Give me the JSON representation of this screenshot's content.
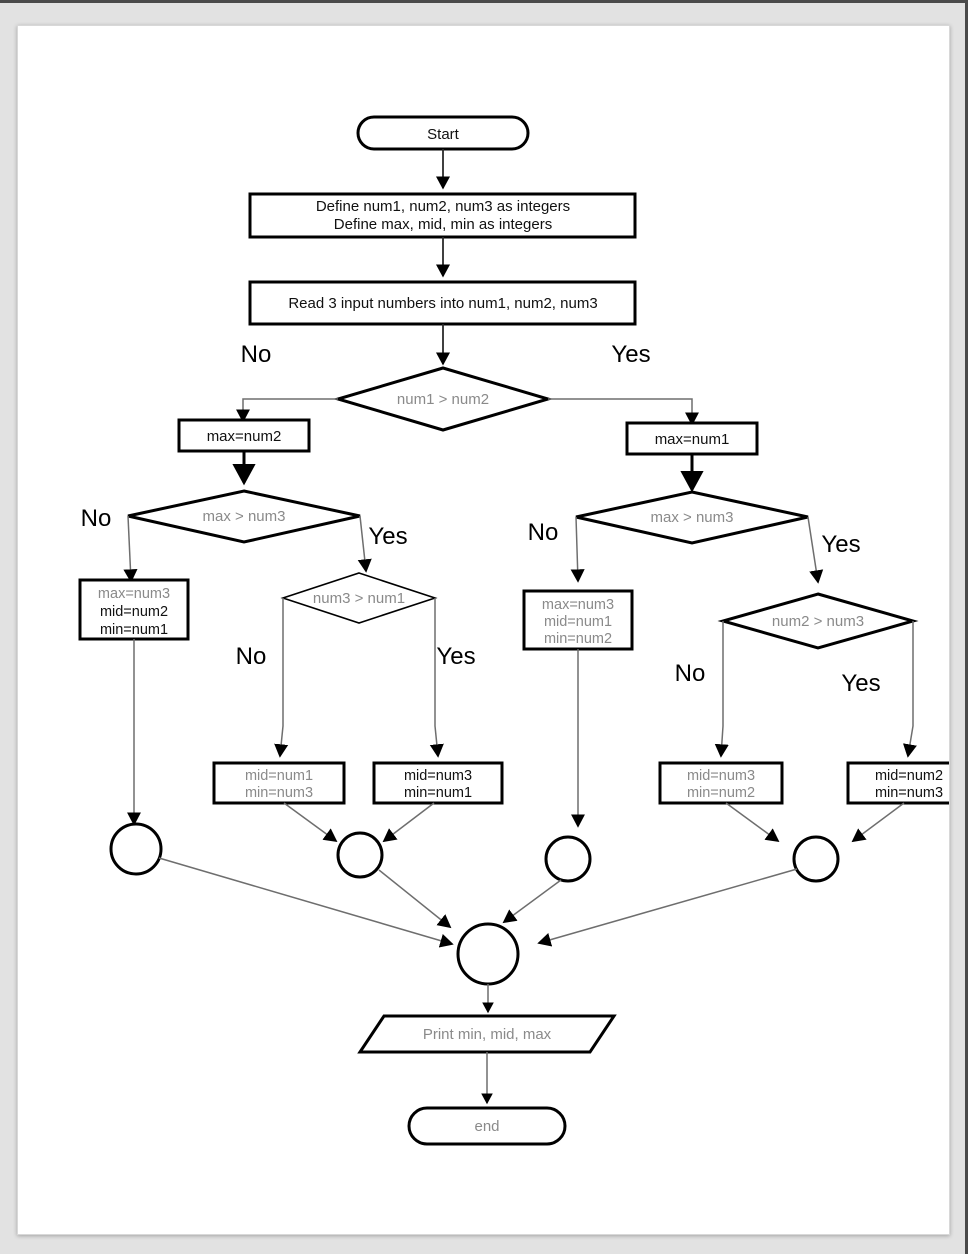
{
  "document": {
    "title": "Flowchart: sort three numbers (min, mid, max)",
    "page_background": "#ffffff",
    "canvas_background": "#e2e2e2"
  },
  "colors": {
    "stroke": "#000000",
    "text_black": "#111111",
    "text_gray": "#8a8a8a",
    "edge_gray": "#6e6e6e"
  },
  "chart_data": {
    "type": "diagram",
    "diagram_type": "flowchart",
    "title": "Flowchart: sort three numbers (min, mid, max)",
    "nodes": [
      {
        "id": "start",
        "shape": "terminator",
        "text": "Start",
        "text_color": "black"
      },
      {
        "id": "define",
        "shape": "process",
        "text_line1": "Define num1, num2, num3 as integers",
        "text_line2": "Define max, mid, min as integers",
        "text_color": "black"
      },
      {
        "id": "read",
        "shape": "process",
        "text": "Read 3 input numbers into num1, num2, num3",
        "text_color": "black"
      },
      {
        "id": "d1",
        "shape": "decision",
        "text": "num1 > num2",
        "text_color": "gray"
      },
      {
        "id": "max_num2",
        "shape": "process",
        "text": "max=num2",
        "text_color": "black"
      },
      {
        "id": "max_num1",
        "shape": "process",
        "text": "max=num1",
        "text_color": "black"
      },
      {
        "id": "d2_left",
        "shape": "decision",
        "text": "max > num3",
        "text_color": "gray"
      },
      {
        "id": "d2_right",
        "shape": "decision",
        "text": "max > num3",
        "text_color": "gray"
      },
      {
        "id": "res_l1",
        "shape": "process",
        "line1": "max=num3",
        "line2": "mid=num2",
        "line3": "min=num1",
        "line1_color": "gray",
        "line2_color": "black",
        "line3_color": "black"
      },
      {
        "id": "d3_left",
        "shape": "decision",
        "text": "num3 > num1",
        "text_color": "gray"
      },
      {
        "id": "res_l2",
        "shape": "process",
        "line1": "mid=num1",
        "line2": "min=num3",
        "line1_color": "gray",
        "line2_color": "gray"
      },
      {
        "id": "res_l3",
        "shape": "process",
        "line1": "mid=num3",
        "line2": "min=num1",
        "line1_color": "black",
        "line2_color": "black"
      },
      {
        "id": "res_r1",
        "shape": "process",
        "line1": "max=num3",
        "line2": "mid=num1",
        "line3": "min=num2",
        "line1_color": "gray",
        "line2_color": "gray",
        "line3_color": "gray"
      },
      {
        "id": "d3_right",
        "shape": "decision",
        "text": "num2 > num3",
        "text_color": "gray"
      },
      {
        "id": "res_r2",
        "shape": "process",
        "line1": "mid=num3",
        "line2": "min=num2",
        "line1_color": "gray",
        "line2_color": "gray"
      },
      {
        "id": "res_r3",
        "shape": "process",
        "line1": "mid=num2",
        "line2": "min=num3",
        "line1_color": "black",
        "line2_color": "black"
      },
      {
        "id": "conn1",
        "shape": "connector"
      },
      {
        "id": "conn2",
        "shape": "connector"
      },
      {
        "id": "conn3",
        "shape": "connector"
      },
      {
        "id": "conn4",
        "shape": "connector"
      },
      {
        "id": "merge",
        "shape": "connector"
      },
      {
        "id": "print",
        "shape": "input-output",
        "text": "Print  min, mid, max",
        "text_color": "gray"
      },
      {
        "id": "end",
        "shape": "terminator",
        "text": "end",
        "text_color": "gray"
      }
    ],
    "edge_labels": {
      "d1_no": "No",
      "d1_yes": "Yes",
      "d2_left_no": "No",
      "d2_left_yes": "Yes",
      "d3_left_no": "No",
      "d3_left_yes": "Yes",
      "d2_right_no": "No",
      "d2_right_yes": "Yes",
      "d3_right_no": "No",
      "d3_right_yes": "Yes"
    },
    "edges": [
      {
        "from": "start",
        "to": "define"
      },
      {
        "from": "define",
        "to": "read"
      },
      {
        "from": "read",
        "to": "d1"
      },
      {
        "from": "d1",
        "to": "max_num2",
        "label": "No"
      },
      {
        "from": "d1",
        "to": "max_num1",
        "label": "Yes"
      },
      {
        "from": "max_num2",
        "to": "d2_left"
      },
      {
        "from": "max_num1",
        "to": "d2_right"
      },
      {
        "from": "d2_left",
        "to": "res_l1",
        "label": "No"
      },
      {
        "from": "d2_left",
        "to": "d3_left",
        "label": "Yes"
      },
      {
        "from": "d3_left",
        "to": "res_l2",
        "label": "No"
      },
      {
        "from": "d3_left",
        "to": "res_l3",
        "label": "Yes"
      },
      {
        "from": "d2_right",
        "to": "res_r1",
        "label": "No"
      },
      {
        "from": "d2_right",
        "to": "d3_right",
        "label": "Yes"
      },
      {
        "from": "d3_right",
        "to": "res_r2",
        "label": "No"
      },
      {
        "from": "d3_right",
        "to": "res_r3",
        "label": "Yes"
      },
      {
        "from": "res_l1",
        "to": "conn1"
      },
      {
        "from": "res_l2",
        "to": "conn2"
      },
      {
        "from": "res_l3",
        "to": "conn2"
      },
      {
        "from": "res_r1",
        "to": "conn3"
      },
      {
        "from": "res_r2",
        "to": "conn4"
      },
      {
        "from": "res_r3",
        "to": "conn4"
      },
      {
        "from": "conn1",
        "to": "merge"
      },
      {
        "from": "conn2",
        "to": "merge"
      },
      {
        "from": "conn3",
        "to": "merge"
      },
      {
        "from": "conn4",
        "to": "merge"
      },
      {
        "from": "merge",
        "to": "print"
      },
      {
        "from": "print",
        "to": "end"
      }
    ]
  },
  "text": {
    "start": "Start",
    "define_line1": "Define num1, num2, num3 as integers",
    "define_line2": "Define max, mid, min as integers",
    "read": "Read 3 input numbers into num1, num2, num3",
    "d1": "num1 > num2",
    "no": "No",
    "yes": "Yes",
    "max_num2": "max=num2",
    "max_num1": "max=num1",
    "d2_left": "max > num3",
    "d2_right": "max > num3",
    "res_l1_line1": "max=num3",
    "res_l1_line2": "mid=num2",
    "res_l1_line3": "min=num1",
    "d3_left": "num3 > num1",
    "res_l2_line1": "mid=num1",
    "res_l2_line2": "min=num3",
    "res_l3_line1": "mid=num3",
    "res_l3_line2": "min=num1",
    "res_r1_line1": "max=num3",
    "res_r1_line2": "mid=num1",
    "res_r1_line3": "min=num2",
    "d3_right": "num2 > num3",
    "res_r2_line1": "mid=num3",
    "res_r2_line2": "min=num2",
    "res_r3_line1": "mid=num2",
    "res_r3_line2": "min=num3",
    "print": "Print  min, mid, max",
    "end": "end"
  }
}
